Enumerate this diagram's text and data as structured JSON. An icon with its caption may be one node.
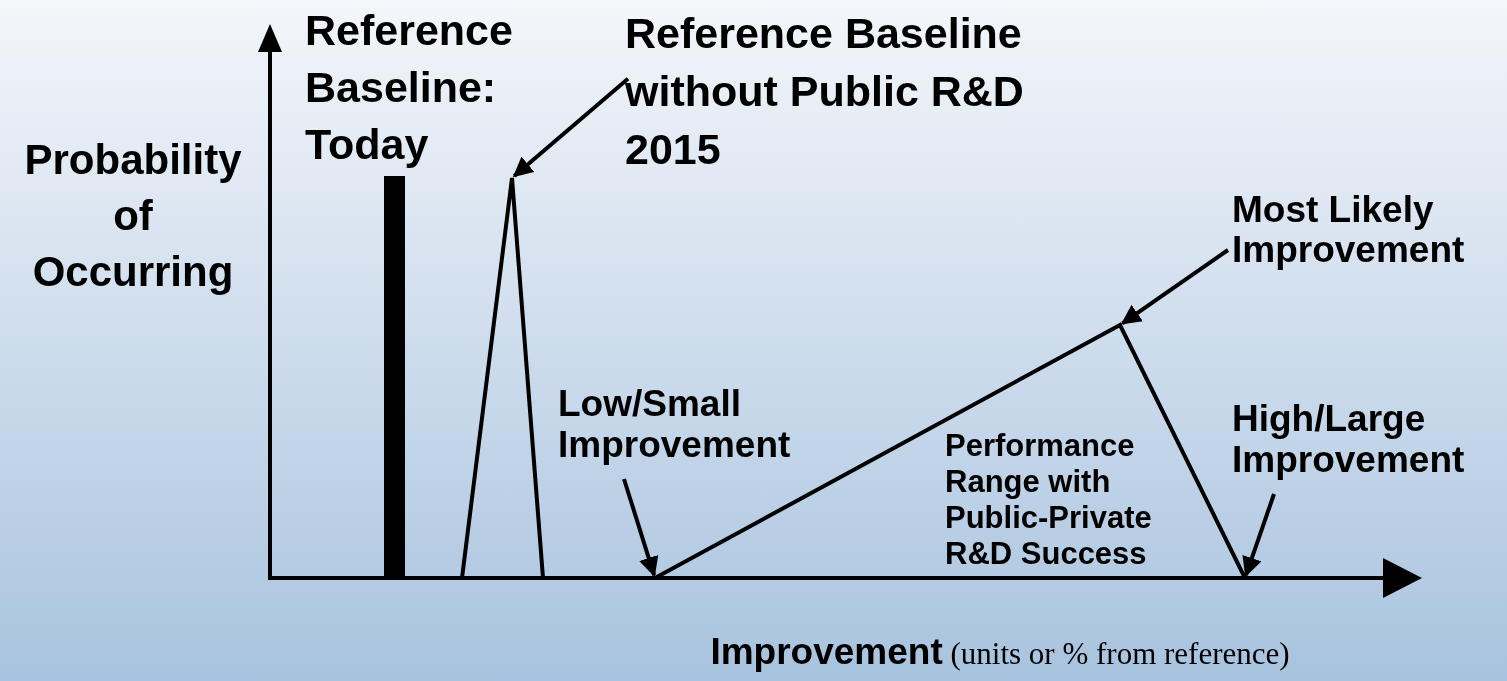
{
  "diagram": {
    "nodes": [
      {
        "text": [
          "Reference Baseline without Public R&D 2015"
        ]
      },
      {
        "text": [],
        "shape": "bar"
      },
      {
        "text": [],
        "shape": "triangle"
      },
      {
        "text": [
          "Most Likely Improvement"
        ]
      },
      {
        "text": [],
        "shape": "triangle"
      },
      {
        "text": [
          "Low/Small Improvement"
        ]
      },
      {
        "text": [
          "High/Large Improvement"
        ]
      }
    ],
    "edges": [
      {
        "from": 0,
        "to": 2,
        "arrow": "to"
      },
      {
        "from": 3,
        "to": 4,
        "arrow": "to"
      },
      {
        "from": 5,
        "to": 4,
        "arrow": "to"
      },
      {
        "from": 6,
        "to": 4,
        "arrow": "to"
      }
    ],
    "labels": [
      "Reference Baseline: Today",
      "Probability of Occurring",
      "Performance Range with Public-Private R&D Success",
      "**Improvement** (units or % from reference)"
    ]
  }
}
